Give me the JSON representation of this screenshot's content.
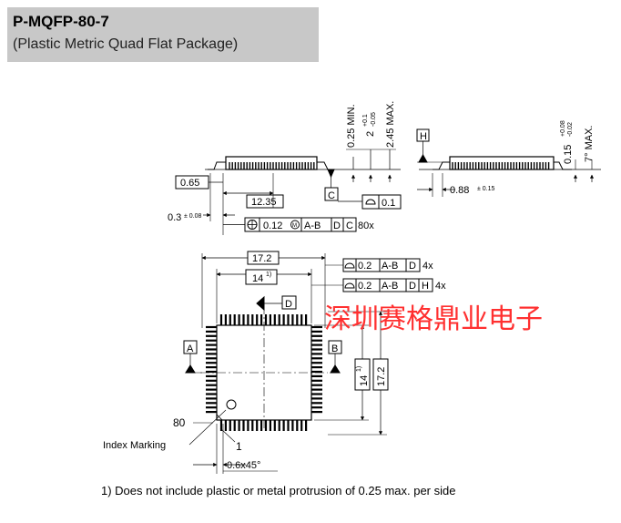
{
  "header": {
    "title": "P-MQFP-80-7",
    "subtitle": "(Plastic Metric Quad Flat Package)"
  },
  "side_view": {
    "dim_min": "0.25 MIN.",
    "dim_2": "2",
    "dim_2_tol_plus": "+0.1",
    "dim_2_tol_minus": "-0.05",
    "dim_max": "2.45 MAX.",
    "datum_c": "C",
    "flat_box": "0.1",
    "dim_065": "0.65",
    "dim_1235": "12.35",
    "dim_03": "0.3",
    "dim_03_tol": "± 0.08",
    "pos_tol": "0.12",
    "pos_mod": "M",
    "pos_ref1": "A-B",
    "pos_ref2": "D",
    "pos_ref3": "C",
    "pos_count": "80x"
  },
  "detail_view": {
    "datum_h": "H",
    "dim_088": "0.88",
    "dim_088_tol": "± 0.15",
    "dim_015": "0.15",
    "dim_015_tol_plus": "+0.08",
    "dim_015_tol_minus": "-0.02",
    "angle": "7° MAX."
  },
  "top_view": {
    "dim_172": "17.2",
    "dim_14": "14",
    "footnote_mark": "1)",
    "datum_d": "D",
    "datum_a": "A",
    "datum_b": "B",
    "tol1_val": "0.2",
    "tol1_ref1": "A-B",
    "tol1_ref2": "D",
    "tol1_count": "4x",
    "tol2_val": "0.2",
    "tol2_ref1": "A-B",
    "tol2_ref2": "D",
    "tol2_ref3": "H",
    "tol2_count": "4x",
    "pin80": "80",
    "pin1": "1",
    "index_label": "Index Marking",
    "chamfer": "0.6x45°"
  },
  "watermark": "深圳赛格鼎业电子",
  "footnote": "1) Does not include plastic or metal protrusion of 0.25 max. per side",
  "colors": {
    "watermark": "#ff3030",
    "header_bg": "#c8c8c8"
  }
}
